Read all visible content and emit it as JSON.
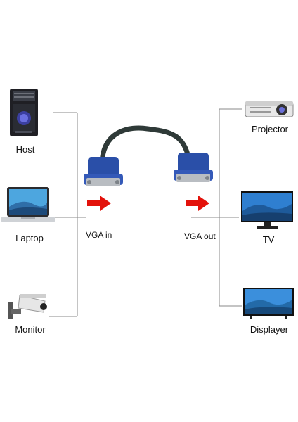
{
  "left_devices": [
    {
      "name": "Host",
      "icon": "desktop-tower-icon"
    },
    {
      "name": "Laptop",
      "icon": "laptop-icon"
    },
    {
      "name": "Monitor",
      "icon": "security-camera-icon"
    }
  ],
  "right_devices": [
    {
      "name": "Projector",
      "icon": "projector-icon"
    },
    {
      "name": "TV",
      "icon": "tv-icon"
    },
    {
      "name": "Displayer",
      "icon": "display-screen-icon"
    }
  ],
  "connectors": {
    "input_label": "VGA in",
    "output_label": "VGA out"
  },
  "colors": {
    "connector_blue": "#2a4fa8",
    "arrow_red": "#e3120b",
    "line_gray": "#8a8a8a",
    "cable_dark": "#2f3a38"
  }
}
